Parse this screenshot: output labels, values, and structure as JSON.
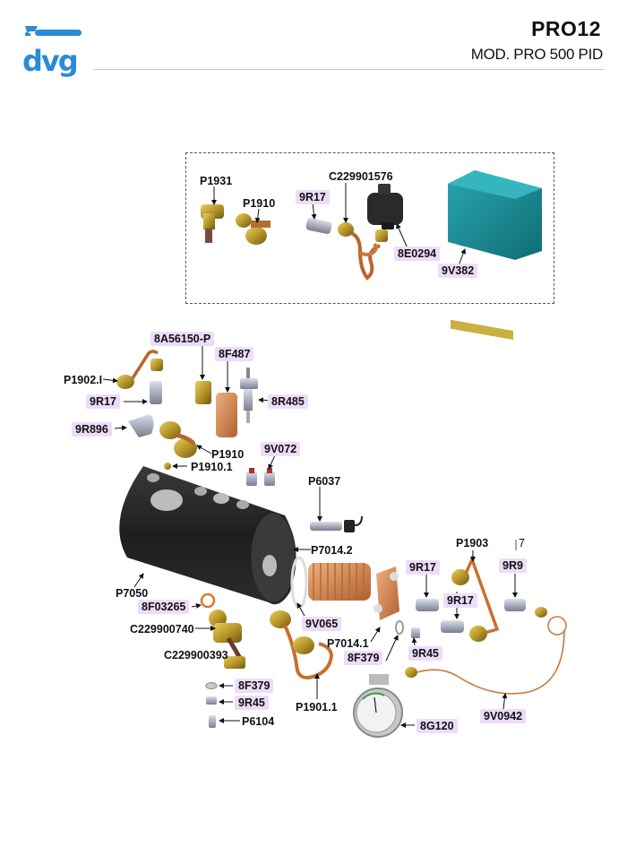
{
  "header": {
    "brand": "dvg",
    "brand_color": "#2a8bd6",
    "title": "PRO12",
    "subtitle": "MOD. PRO 500 PID"
  },
  "diagram": {
    "label_highlight_color": "#ecdcf8",
    "inset_group": {
      "labels": [
        {
          "id": "p1931",
          "text": "P1931",
          "highlighted": false
        },
        {
          "id": "p1910a",
          "text": "P1910",
          "highlighted": false
        },
        {
          "id": "9r17a",
          "text": "9R17",
          "highlighted": true
        },
        {
          "id": "c229901576",
          "text": "C229901576",
          "highlighted": false
        },
        {
          "id": "8e0294",
          "text": "8E0294",
          "highlighted": true
        },
        {
          "id": "9v382",
          "text": "9V382",
          "highlighted": true
        }
      ]
    },
    "main_group": {
      "labels": [
        {
          "id": "8a56150p",
          "text": "8A56150-P",
          "highlighted": true
        },
        {
          "id": "8f487",
          "text": "8F487",
          "highlighted": true
        },
        {
          "id": "p1902i",
          "text": "P1902.I",
          "highlighted": false
        },
        {
          "id": "9r17b",
          "text": "9R17",
          "highlighted": true
        },
        {
          "id": "8r485",
          "text": "8R485",
          "highlighted": true
        },
        {
          "id": "9r896",
          "text": "9R896",
          "highlighted": true
        },
        {
          "id": "p1910b",
          "text": "P1910",
          "highlighted": false
        },
        {
          "id": "p19101",
          "text": "P1910.1",
          "highlighted": false
        },
        {
          "id": "9v072",
          "text": "9V072",
          "highlighted": true
        },
        {
          "id": "p6037",
          "text": "P6037",
          "highlighted": false
        },
        {
          "id": "p70142",
          "text": "P7014.2",
          "highlighted": false
        },
        {
          "id": "p7050",
          "text": "P7050",
          "highlighted": false
        },
        {
          "id": "8f03265",
          "text": "8F03265",
          "highlighted": true
        },
        {
          "id": "c229900740",
          "text": "C229900740",
          "highlighted": false
        },
        {
          "id": "c229900393",
          "text": "C229900393",
          "highlighted": false
        },
        {
          "id": "9v065",
          "text": "9V065",
          "highlighted": true
        },
        {
          "id": "p70141",
          "text": "P7014.1",
          "highlighted": false
        },
        {
          "id": "8f379a",
          "text": "8F379",
          "highlighted": true
        },
        {
          "id": "9r17c",
          "text": "9R17",
          "highlighted": true
        },
        {
          "id": "9r17d",
          "text": "9R17",
          "highlighted": true
        },
        {
          "id": "9r45a",
          "text": "9R45",
          "highlighted": true
        },
        {
          "id": "p1903",
          "text": "P1903",
          "highlighted": false
        },
        {
          "id": "9r9",
          "text": "9R9",
          "highlighted": true
        },
        {
          "id": "seven",
          "text": "7",
          "highlighted": false
        },
        {
          "id": "8f379b",
          "text": "8F379",
          "highlighted": true
        },
        {
          "id": "9r45b",
          "text": "9R45",
          "highlighted": true
        },
        {
          "id": "p6104",
          "text": "P6104",
          "highlighted": false
        },
        {
          "id": "p19011",
          "text": "P1901.1",
          "highlighted": false
        },
        {
          "id": "8g120",
          "text": "8G120",
          "highlighted": true
        },
        {
          "id": "9v0942",
          "text": "9V0942",
          "highlighted": true
        }
      ]
    }
  }
}
